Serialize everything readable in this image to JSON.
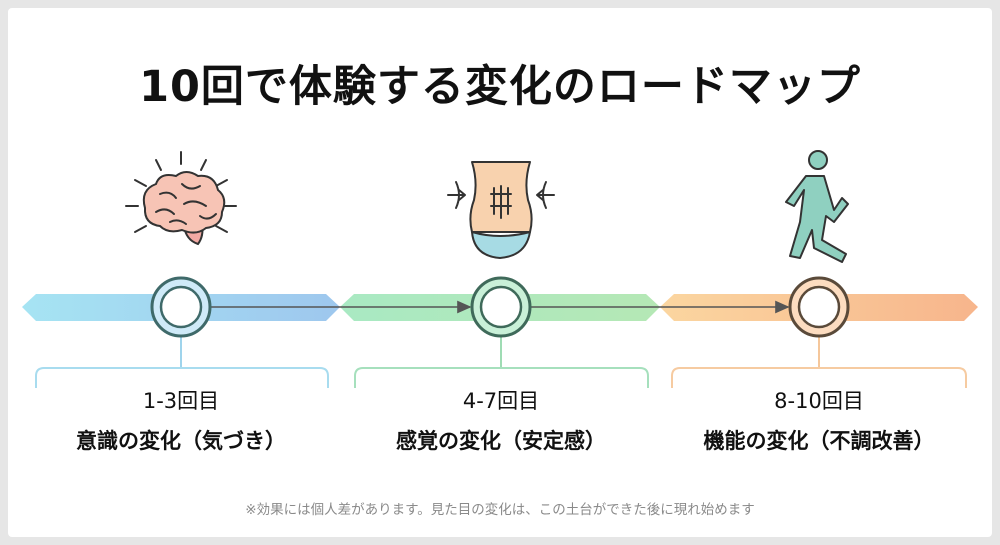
{
  "title": "10回で体験する変化のロードマップ",
  "colors": {
    "phase1": "#8dd3f0",
    "phase2": "#9fe0b4",
    "phase3": "#f7c08f",
    "arrow": "#555555",
    "icon_stroke": "#333333"
  },
  "stages": [
    {
      "range": "1-3回目",
      "caption": "意識の変化（気づき）",
      "icon": "brain-icon"
    },
    {
      "range": "4-7回目",
      "caption": "感覚の変化（安定感）",
      "icon": "torso-icon"
    },
    {
      "range": "8-10回目",
      "caption": "機能の変化（不調改善）",
      "icon": "walking-person-icon"
    }
  ],
  "footnote": "※効果には個人差があります。見た目の変化は、この土台ができた後に現れ始めます"
}
